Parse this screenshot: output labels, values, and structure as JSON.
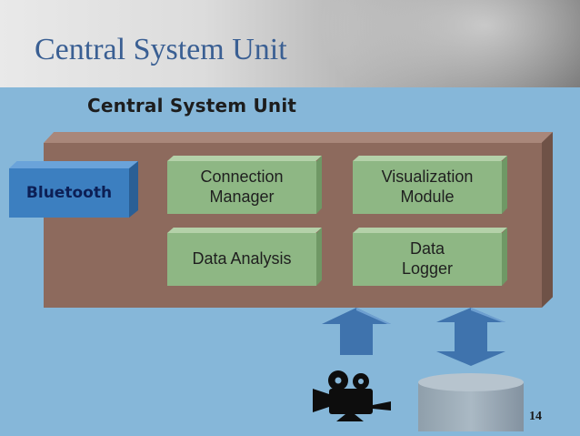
{
  "slide": {
    "title": "Central System Unit",
    "page_number": "14"
  },
  "diagram": {
    "heading": "Central System Unit",
    "bluetooth_label": "Bluetooth",
    "modules": [
      {
        "label": "Connection\nManager"
      },
      {
        "label": "Visualization\nModule"
      },
      {
        "label": "Data Analysis"
      },
      {
        "label": "Data\nLogger"
      }
    ],
    "colors": {
      "unit_box": "#8d6a5d",
      "module": "#8eb784",
      "bluetooth": "#3c7fc0",
      "arrow": "#3f73ad",
      "background": "#86b7d9",
      "title_text": "#3a5f93"
    },
    "icons": [
      "camera-icon",
      "database-icon",
      "arrow-up-icon",
      "arrow-updown-icon"
    ]
  }
}
